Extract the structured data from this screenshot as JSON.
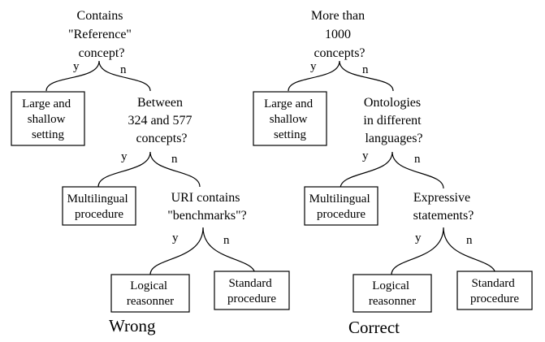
{
  "left_tree": {
    "root_question": [
      "Contains",
      "\"Reference\"",
      "concept?"
    ],
    "root_yes": "y",
    "root_no": "n",
    "leaf_large": [
      "Large and",
      "shallow",
      "setting"
    ],
    "q2": [
      "Between",
      "324 and 577",
      "concepts?"
    ],
    "q2_yes": "y",
    "q2_no": "n",
    "leaf_multilingual": [
      "Multilingual",
      "procedure"
    ],
    "q3": [
      "URI contains",
      "\"benchmarks\"?"
    ],
    "q3_yes": "y",
    "q3_no": "n",
    "leaf_logical": [
      "Logical",
      "reasonner"
    ],
    "leaf_standard": [
      "Standard",
      "procedure"
    ],
    "verdict": "Wrong",
    "verdict_color": "#d9421c"
  },
  "right_tree": {
    "root_question": [
      "More than",
      "1000",
      "concepts?"
    ],
    "root_yes": "y",
    "root_no": "n",
    "leaf_large": [
      "Large and",
      "shallow",
      "setting"
    ],
    "q2": [
      "Ontologies",
      "in different",
      "languages?"
    ],
    "q2_yes": "y",
    "q2_no": "n",
    "leaf_multilingual": [
      "Multilingual",
      "procedure"
    ],
    "q3": [
      "Expressive",
      "statements?"
    ],
    "q3_yes": "y",
    "q3_no": "n",
    "leaf_logical": [
      "Logical",
      "reasonner"
    ],
    "leaf_standard": [
      "Standard",
      "procedure"
    ],
    "verdict": "Correct",
    "verdict_color": "#88e02c"
  }
}
